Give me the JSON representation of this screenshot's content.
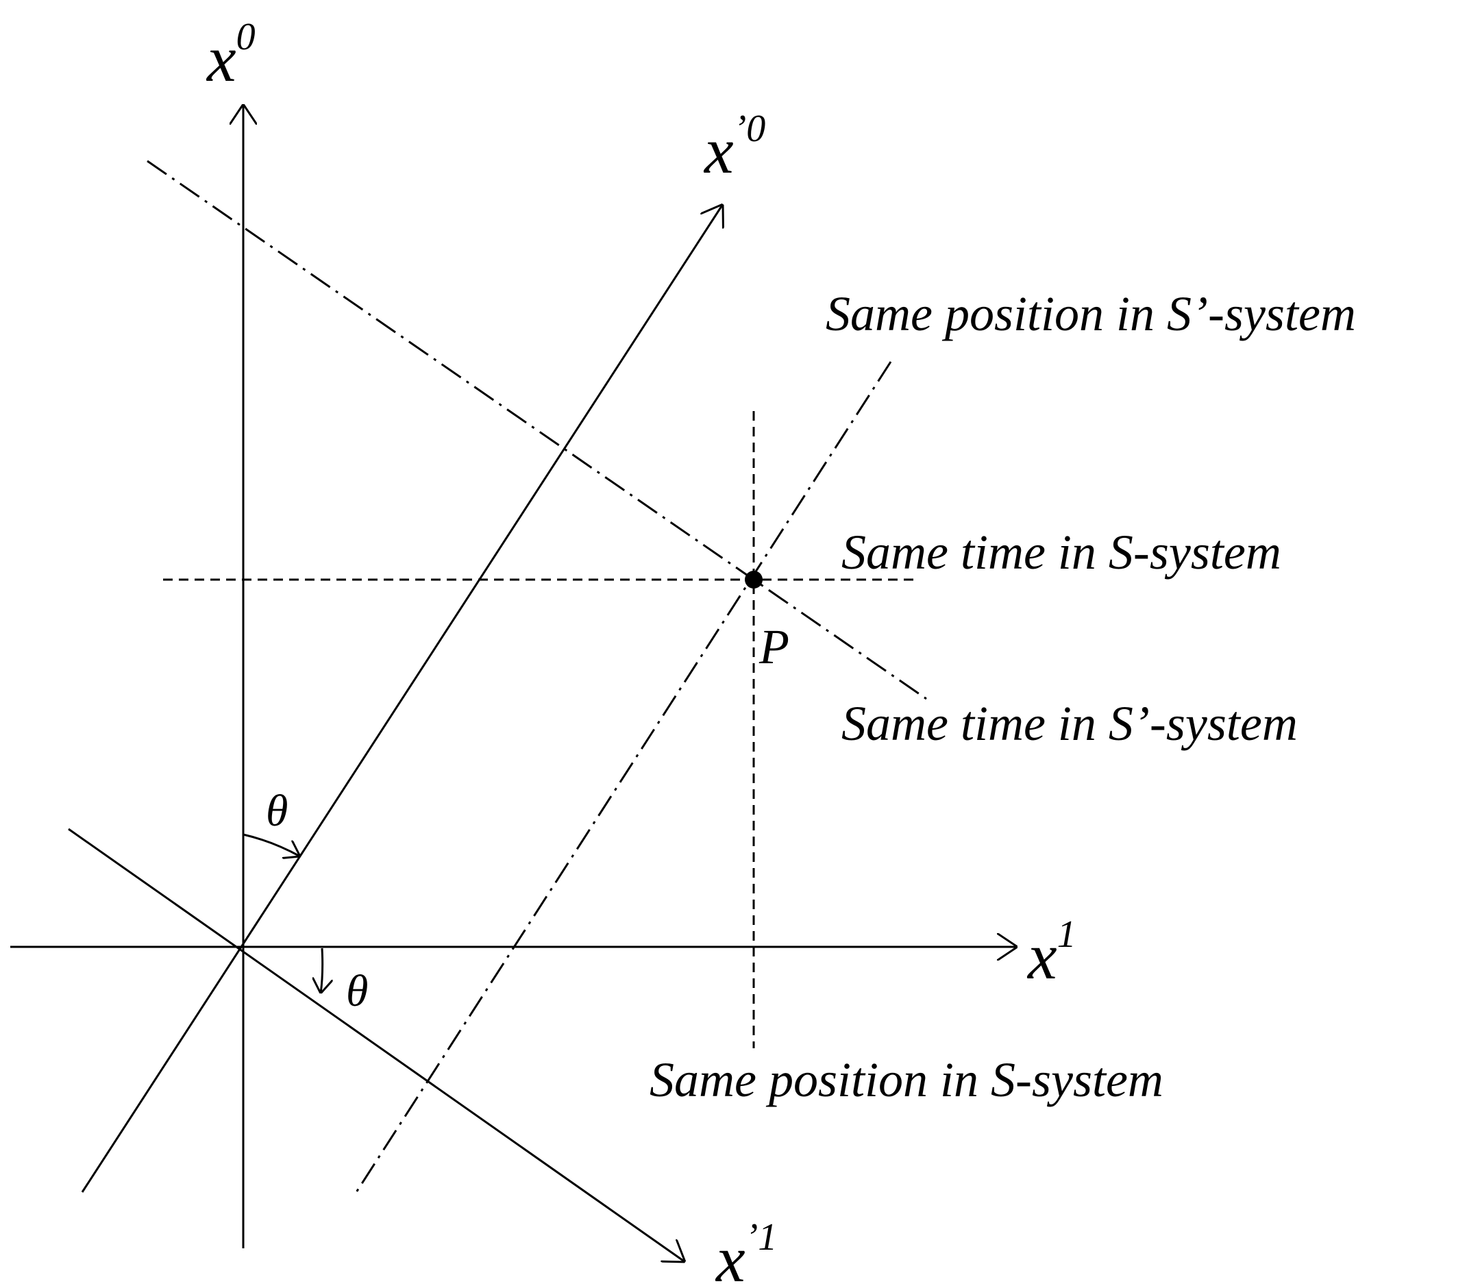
{
  "axes": {
    "x0": {
      "base": "x",
      "sup": "0"
    },
    "x1": {
      "base": "x",
      "sup": "1"
    },
    "xp0": {
      "base": "x",
      "sup": "’0"
    },
    "xp1": {
      "base": "x",
      "sup": "’1"
    }
  },
  "annotations": {
    "same_position_s_prime": "Same position in S’-system",
    "same_time_s": "Same time in S-system",
    "same_time_s_prime": "Same time in S’-system",
    "same_position_s": "Same position in S-system"
  },
  "point": {
    "label": "P"
  },
  "angles": {
    "upper": "θ",
    "lower": "θ"
  },
  "colors": {
    "ink": "#000000",
    "background": "#ffffff"
  }
}
